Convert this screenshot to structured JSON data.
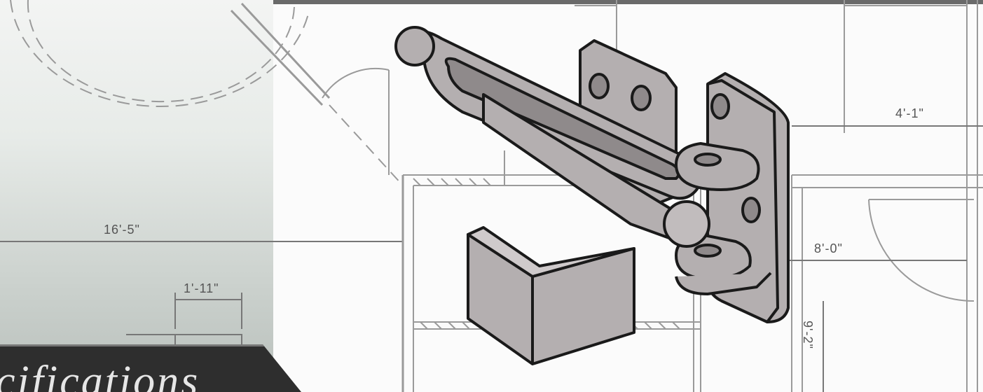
{
  "image": {
    "banner": {
      "text": "cifications"
    },
    "dimensions": {
      "d1": "4'-1\"",
      "d2": "16'-5\"",
      "d3": "1'-11\"",
      "d4": "8'-0\"",
      "d5": "9'-2\""
    },
    "colors": {
      "hardware_fill": "#b4afb0",
      "hardware_shadow": "#8f8a8b",
      "outline": "#1a1a1a",
      "banner": "#2e2e2e",
      "plan_lines": "#9a9a9a"
    },
    "illustration": {
      "subject": "door-guard-icon",
      "strike": "strike-plate-icon"
    }
  }
}
